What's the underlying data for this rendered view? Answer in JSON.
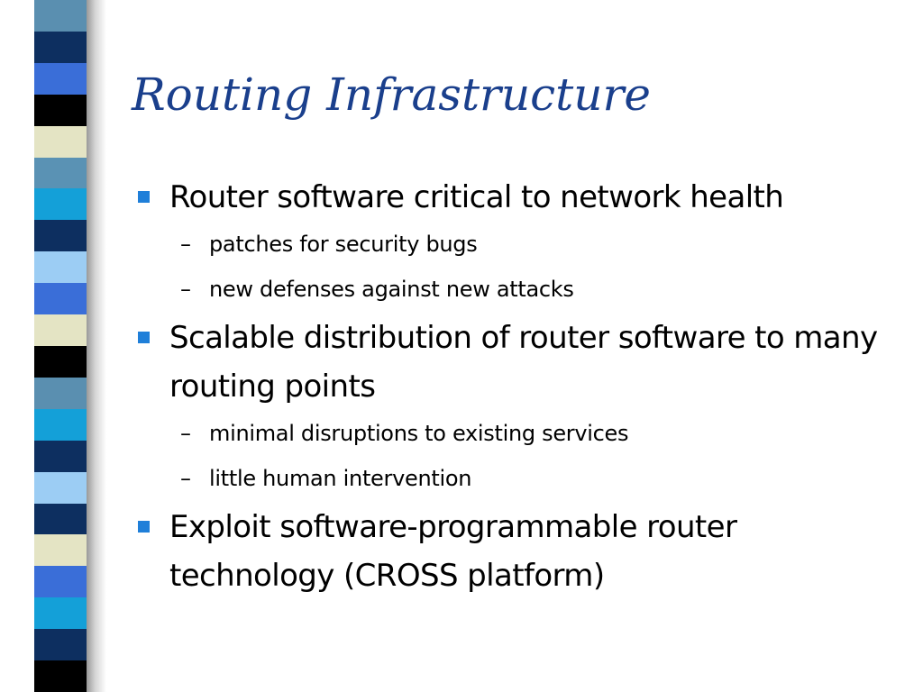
{
  "slide": {
    "title": "Routing Infrastructure",
    "bullets": [
      {
        "text": "Router software critical to network health",
        "subs": [
          "patches for security bugs",
          "new defenses against new attacks"
        ]
      },
      {
        "text": "Scalable distribution of router software to many routing points",
        "subs": [
          "minimal disruptions to existing services",
          "little human intervention"
        ]
      },
      {
        "text": "Exploit software-programmable router technology (CROSS platform)",
        "subs": []
      }
    ],
    "sub_marker": "–"
  },
  "colors": {
    "title": "#1a3f8c",
    "bullet_marker": "#1f7fd9",
    "stripes": [
      "#5a8fb0",
      "#0d2f60",
      "#3a6ed8",
      "#000000",
      "#e4e4c4",
      "#5a92b4",
      "#14a0d8",
      "#0d2f60",
      "#9ccdf4",
      "#3a6ed8",
      "#e4e4c4",
      "#000000",
      "#5a8fb0",
      "#14a0d8",
      "#0d2f60",
      "#9ccdf4",
      "#0d2f60",
      "#e4e4c4",
      "#3a6ed8",
      "#14a0d8",
      "#0d2f60",
      "#000000"
    ]
  }
}
